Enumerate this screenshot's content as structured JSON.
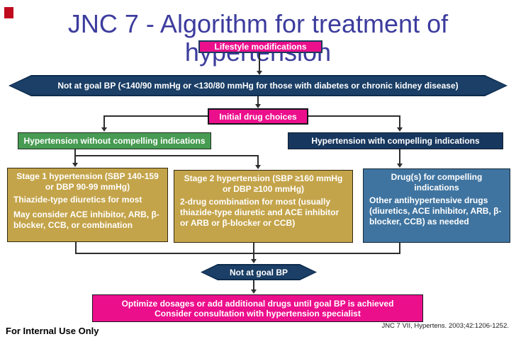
{
  "slide": {
    "title_line1": "JNC 7 - Algorithm for treatment of",
    "title_line2": "hypertension",
    "footer": "For Internal Use Only",
    "citation": "JNC 7 VII, Hypertens. 2003;42:1206-1252."
  },
  "flowchart": {
    "lifestyle": {
      "label": "Lifestyle modifications"
    },
    "not_at_goal_top": {
      "label": "Not at goal BP (<140/90 mmHg or <130/80 mmHg for those with diabetes or chronic kidney disease)"
    },
    "initial_drug_choices": {
      "label": "Initial drug choices"
    },
    "branch_without": {
      "label": "Hypertension without compelling indications"
    },
    "branch_with": {
      "label": "Hypertension with compelling indications"
    },
    "stage1": {
      "heading": "Stage 1 hypertension (SBP 140-159 or DBP 90-99 mmHg)",
      "line1": "Thiazide-type diuretics for most",
      "line2": "May consider ACE inhibitor, ARB, β-blocker, CCB, or combination"
    },
    "stage2": {
      "heading": "Stage 2 hypertension (SBP ≥160 mmHg or DBP ≥100 mmHg)",
      "line1": "2-drug combination for most (usually thiazide-type diuretic and ACE inhibitor or ARB or β-blocker or CCB)"
    },
    "compelling": {
      "heading": "Drug(s) for compelling indications",
      "line1": "Other antihypertensive drugs (diuretics, ACE inhibitor, ARB, β-blocker, CCB) as needed"
    },
    "not_at_goal_bottom": {
      "label": "Not at goal BP"
    },
    "optimize": {
      "line1": "Optimize dosages or add additional drugs until goal BP is achieved",
      "line2": "Consider consultation with hypertension specialist"
    }
  },
  "colors": {
    "title_blue": "#3c3c9e",
    "navy": "#17375e",
    "magenta": "#ec0f8c",
    "green": "#479b52",
    "gold": "#c4a44a",
    "steel_blue": "#3f74a0",
    "corner_marker_red": "#c00a1e",
    "connector": "#2e2e2e"
  }
}
